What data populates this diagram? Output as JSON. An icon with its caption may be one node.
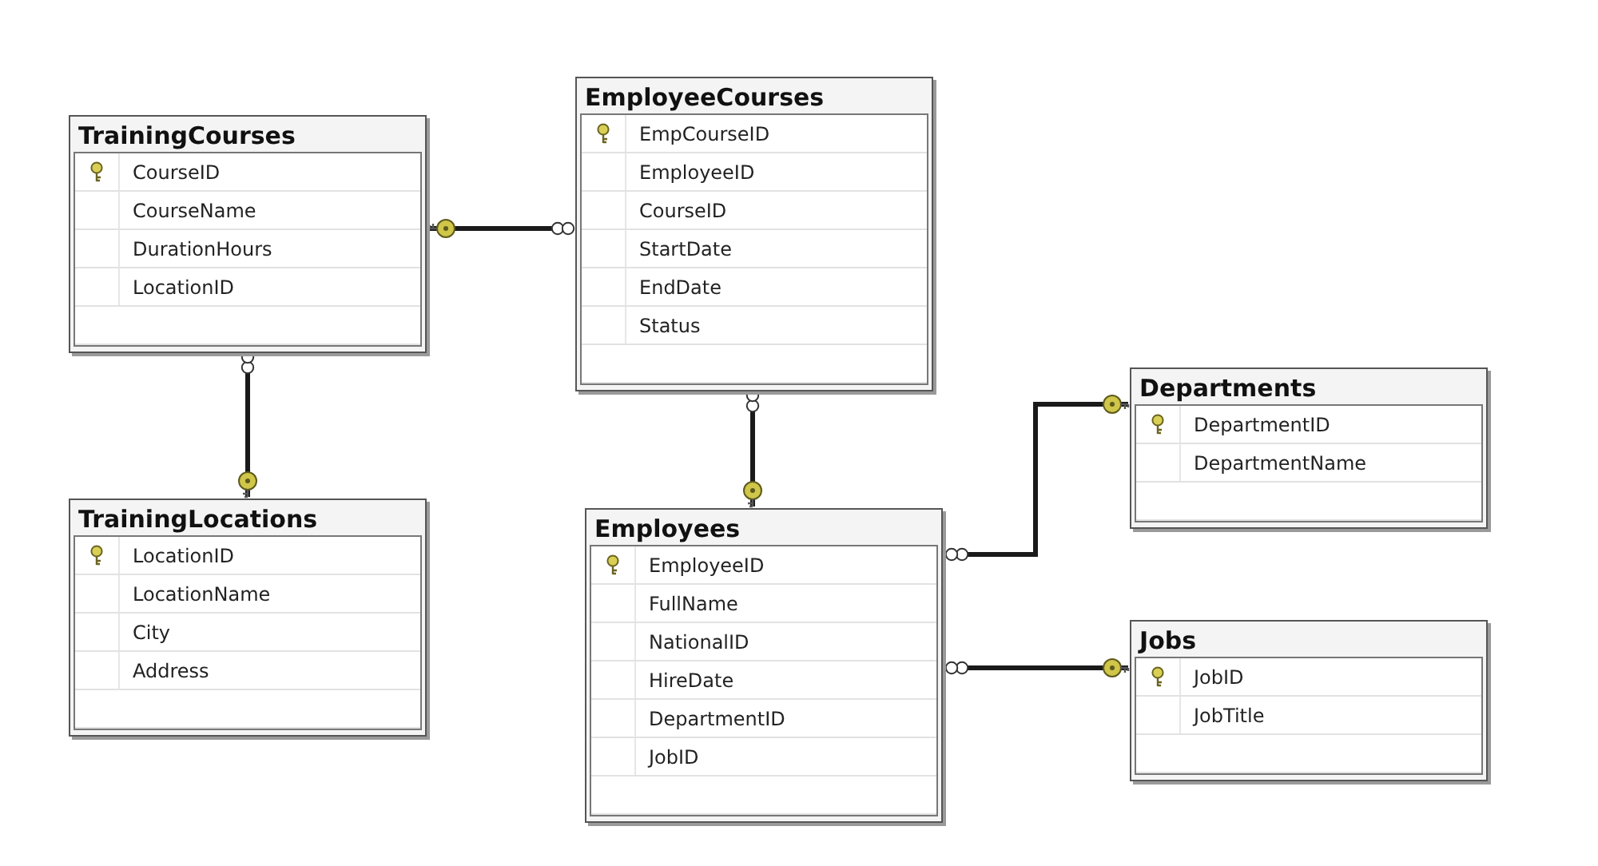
{
  "diagram": {
    "nodes": [
      {
        "text": [
          "TrainingCourses",
          "CourseID",
          "CourseName",
          "DurationHours",
          "LocationID"
        ]
      },
      {
        "text": [
          "EmployeeCourses",
          "EmpCourseID",
          "EmployeeID",
          "CourseID",
          "StartDate",
          "EndDate",
          "Status"
        ]
      },
      {
        "text": [
          "TrainingLocations",
          "LocationID",
          "LocationName",
          "City",
          "Address"
        ]
      },
      {
        "text": [
          "Employees",
          "EmployeeID",
          "FullName",
          "NationalID",
          "HireDate",
          "DepartmentID",
          "JobID"
        ]
      },
      {
        "text": [
          "Departments",
          "DepartmentID",
          "DepartmentName"
        ]
      },
      {
        "text": [
          "Jobs",
          "JobID",
          "JobTitle"
        ]
      }
    ],
    "edges": [
      {
        "from": 0,
        "to": 1,
        "arrow": "other"
      },
      {
        "from": 2,
        "to": 0,
        "arrow": "other"
      },
      {
        "from": 3,
        "to": 1,
        "arrow": "other"
      },
      {
        "from": 4,
        "to": 3,
        "arrow": "other"
      },
      {
        "from": 5,
        "to": 3,
        "arrow": "other"
      }
    ]
  }
}
